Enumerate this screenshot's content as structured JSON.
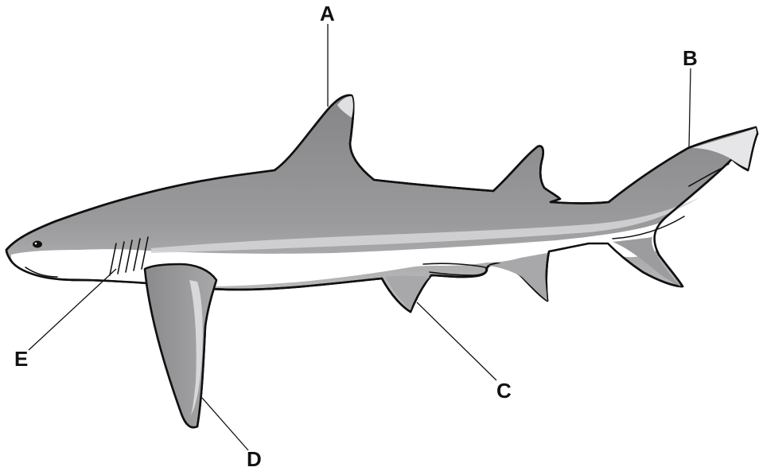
{
  "labels": {
    "A": "A",
    "B": "B",
    "C": "C",
    "D": "D",
    "E": "E"
  },
  "colors": {
    "body_gray": "#8e8e90",
    "light_gray": "#c9c9cb",
    "belly": "#ffffff",
    "outline": "#111111"
  }
}
